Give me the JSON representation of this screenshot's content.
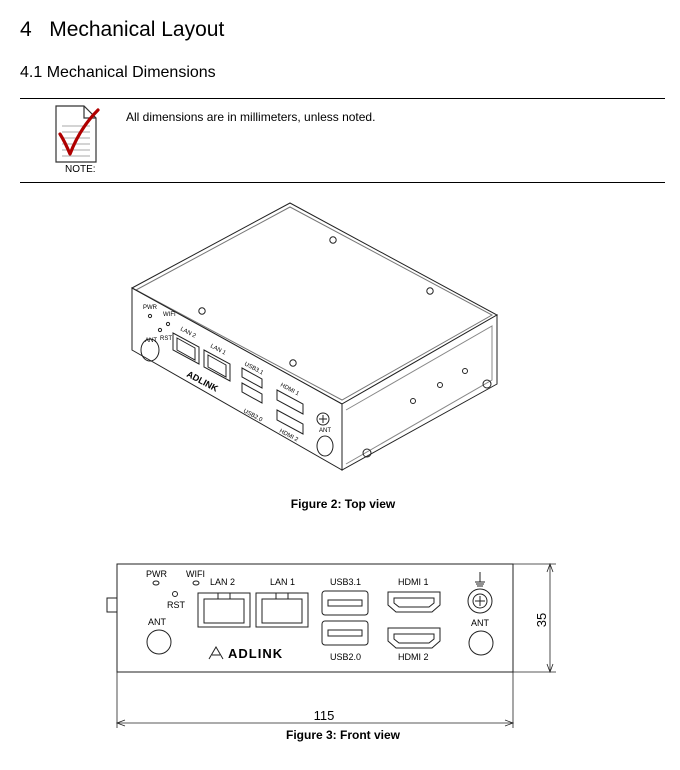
{
  "chapter": {
    "number": "4",
    "title": "Mechanical Layout"
  },
  "section": {
    "number": "4.1",
    "title": "Mechanical Dimensions"
  },
  "note": {
    "label": "NOTE:",
    "text": "All dimensions are in millimeters, unless noted."
  },
  "figures": {
    "top_view": {
      "caption": "Figure 2: Top view",
      "labels": {
        "pwr": "PWR",
        "wifi": "WIFI",
        "rst": "RST",
        "lan2": "LAN 2",
        "lan1": "LAN 1",
        "usb31": "USB3.1",
        "usb20": "USB2.0",
        "hdmi1": "HDMI 1",
        "hdmi2": "HDMI 2",
        "ant_left": "ANT",
        "ant_right": "ANT",
        "brand": "ADLINK"
      }
    },
    "front_view": {
      "caption": "Figure 3: Front view",
      "labels": {
        "pwr": "PWR",
        "wifi": "WIFI",
        "rst": "RST",
        "lan2": "LAN 2",
        "lan1": "LAN 1",
        "usb31": "USB3.1",
        "usb20": "USB2.0",
        "hdmi1": "HDMI 1",
        "hdmi2": "HDMI 2",
        "ant_left": "ANT",
        "ant_right": "ANT",
        "brand": "ADLINK"
      },
      "dimensions": {
        "width": "115",
        "height": "35"
      }
    }
  }
}
